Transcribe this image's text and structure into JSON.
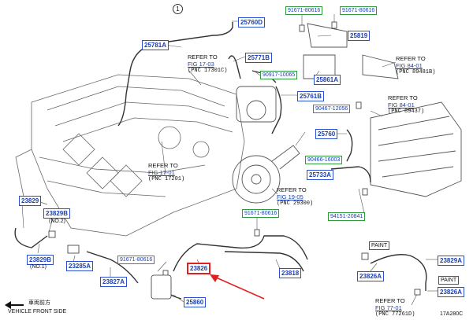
{
  "diagram_id": "17A280C",
  "callout_number": "1",
  "part_numbers": {
    "p25760D": "25760D",
    "p25781A": "25781A",
    "p25771B": "25771B",
    "p25761B": "25761B",
    "p25819": "25819",
    "p25861A": "25861A",
    "p25760": "25760",
    "p25733A": "25733A",
    "p23829": "23829",
    "p23829B_top": "23829B",
    "p23829B_bot": "23829B",
    "p23285A": "23285A",
    "p23827A": "23827A",
    "p23826": "23826",
    "p23818": "23818",
    "p25860": "25860",
    "p23826A": "23826A",
    "p23829A": "23829A",
    "p23826A_r": "23826A"
  },
  "bolt_numbers": {
    "b1": "91671-80616",
    "b2": "91671-80616",
    "b3": "90917-10065",
    "b4": "90467-12056",
    "b5": "90466-16003",
    "b6": "94151-20841",
    "b7": "91671-80616",
    "b8": "91671-80616"
  },
  "notes": {
    "no1": "(NO.1)",
    "no2": "(NO.2)",
    "paint1": "PAINT",
    "paint2": "PAINT"
  },
  "refers": {
    "r1": {
      "l1": "REFER TO",
      "fig": "FIG 17-03",
      "pnc": "(PNC 17301C)"
    },
    "r2": {
      "l1": "REFER TO",
      "fig": "FIG 17-01",
      "pnc": "(PNC 17201)"
    },
    "r3": {
      "l1": "REFER TO",
      "fig": "FIG 19-05",
      "pnc": "(PNC 29300)"
    },
    "r4": {
      "l1": "REFER TO",
      "fig": "FIG 84-01",
      "pnc": "(PNC 89481B)"
    },
    "r5": {
      "l1": "REFER TO",
      "fig": "FIG 84-01",
      "pnc": "(PNC 89437)"
    },
    "r6": {
      "l1": "REFER TO",
      "fig": "FIG 77-01",
      "pnc": "(PNC 77261D)"
    }
  },
  "footer": {
    "jp": "車両前方",
    "en": "VEHICLE FRONT SIDE"
  },
  "colors": {
    "part_box": "#2a4fd0",
    "bolt_box": "#2e9a3a",
    "highlight": "#e02020",
    "line": "#555555"
  }
}
